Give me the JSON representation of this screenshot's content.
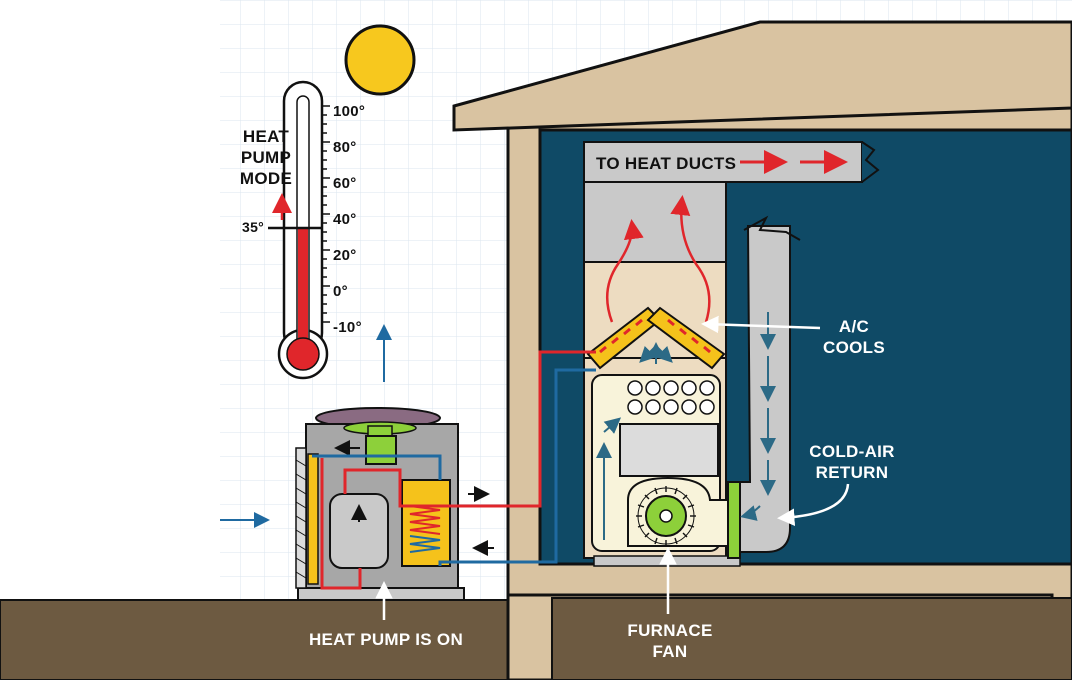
{
  "thermometer": {
    "mode_label": [
      "HEAT",
      "PUMP",
      "MODE"
    ],
    "marker_label": "35°",
    "scale": [
      "100°",
      "80°",
      "60°",
      "40°",
      "20°",
      "0°",
      "-10°"
    ]
  },
  "labels": {
    "heat_ducts": "TO HEAT DUCTS",
    "ac_cools": [
      "A/C",
      "COOLS"
    ],
    "cold_air_return": [
      "COLD-AIR",
      "RETURN"
    ],
    "heat_pump_on": "HEAT PUMP IS ON",
    "furnace_fan": [
      "FURNACE",
      "FAN"
    ]
  },
  "colors": {
    "sun": "#f7c81e",
    "house_wall": "#d9c3a1",
    "interior": "#0f4a66",
    "ground": "#6d5a41",
    "hot_line": "#e0262b",
    "cold_line": "#1f6aa1",
    "fan": "#8dd03a",
    "coil": "#f5c21b"
  }
}
